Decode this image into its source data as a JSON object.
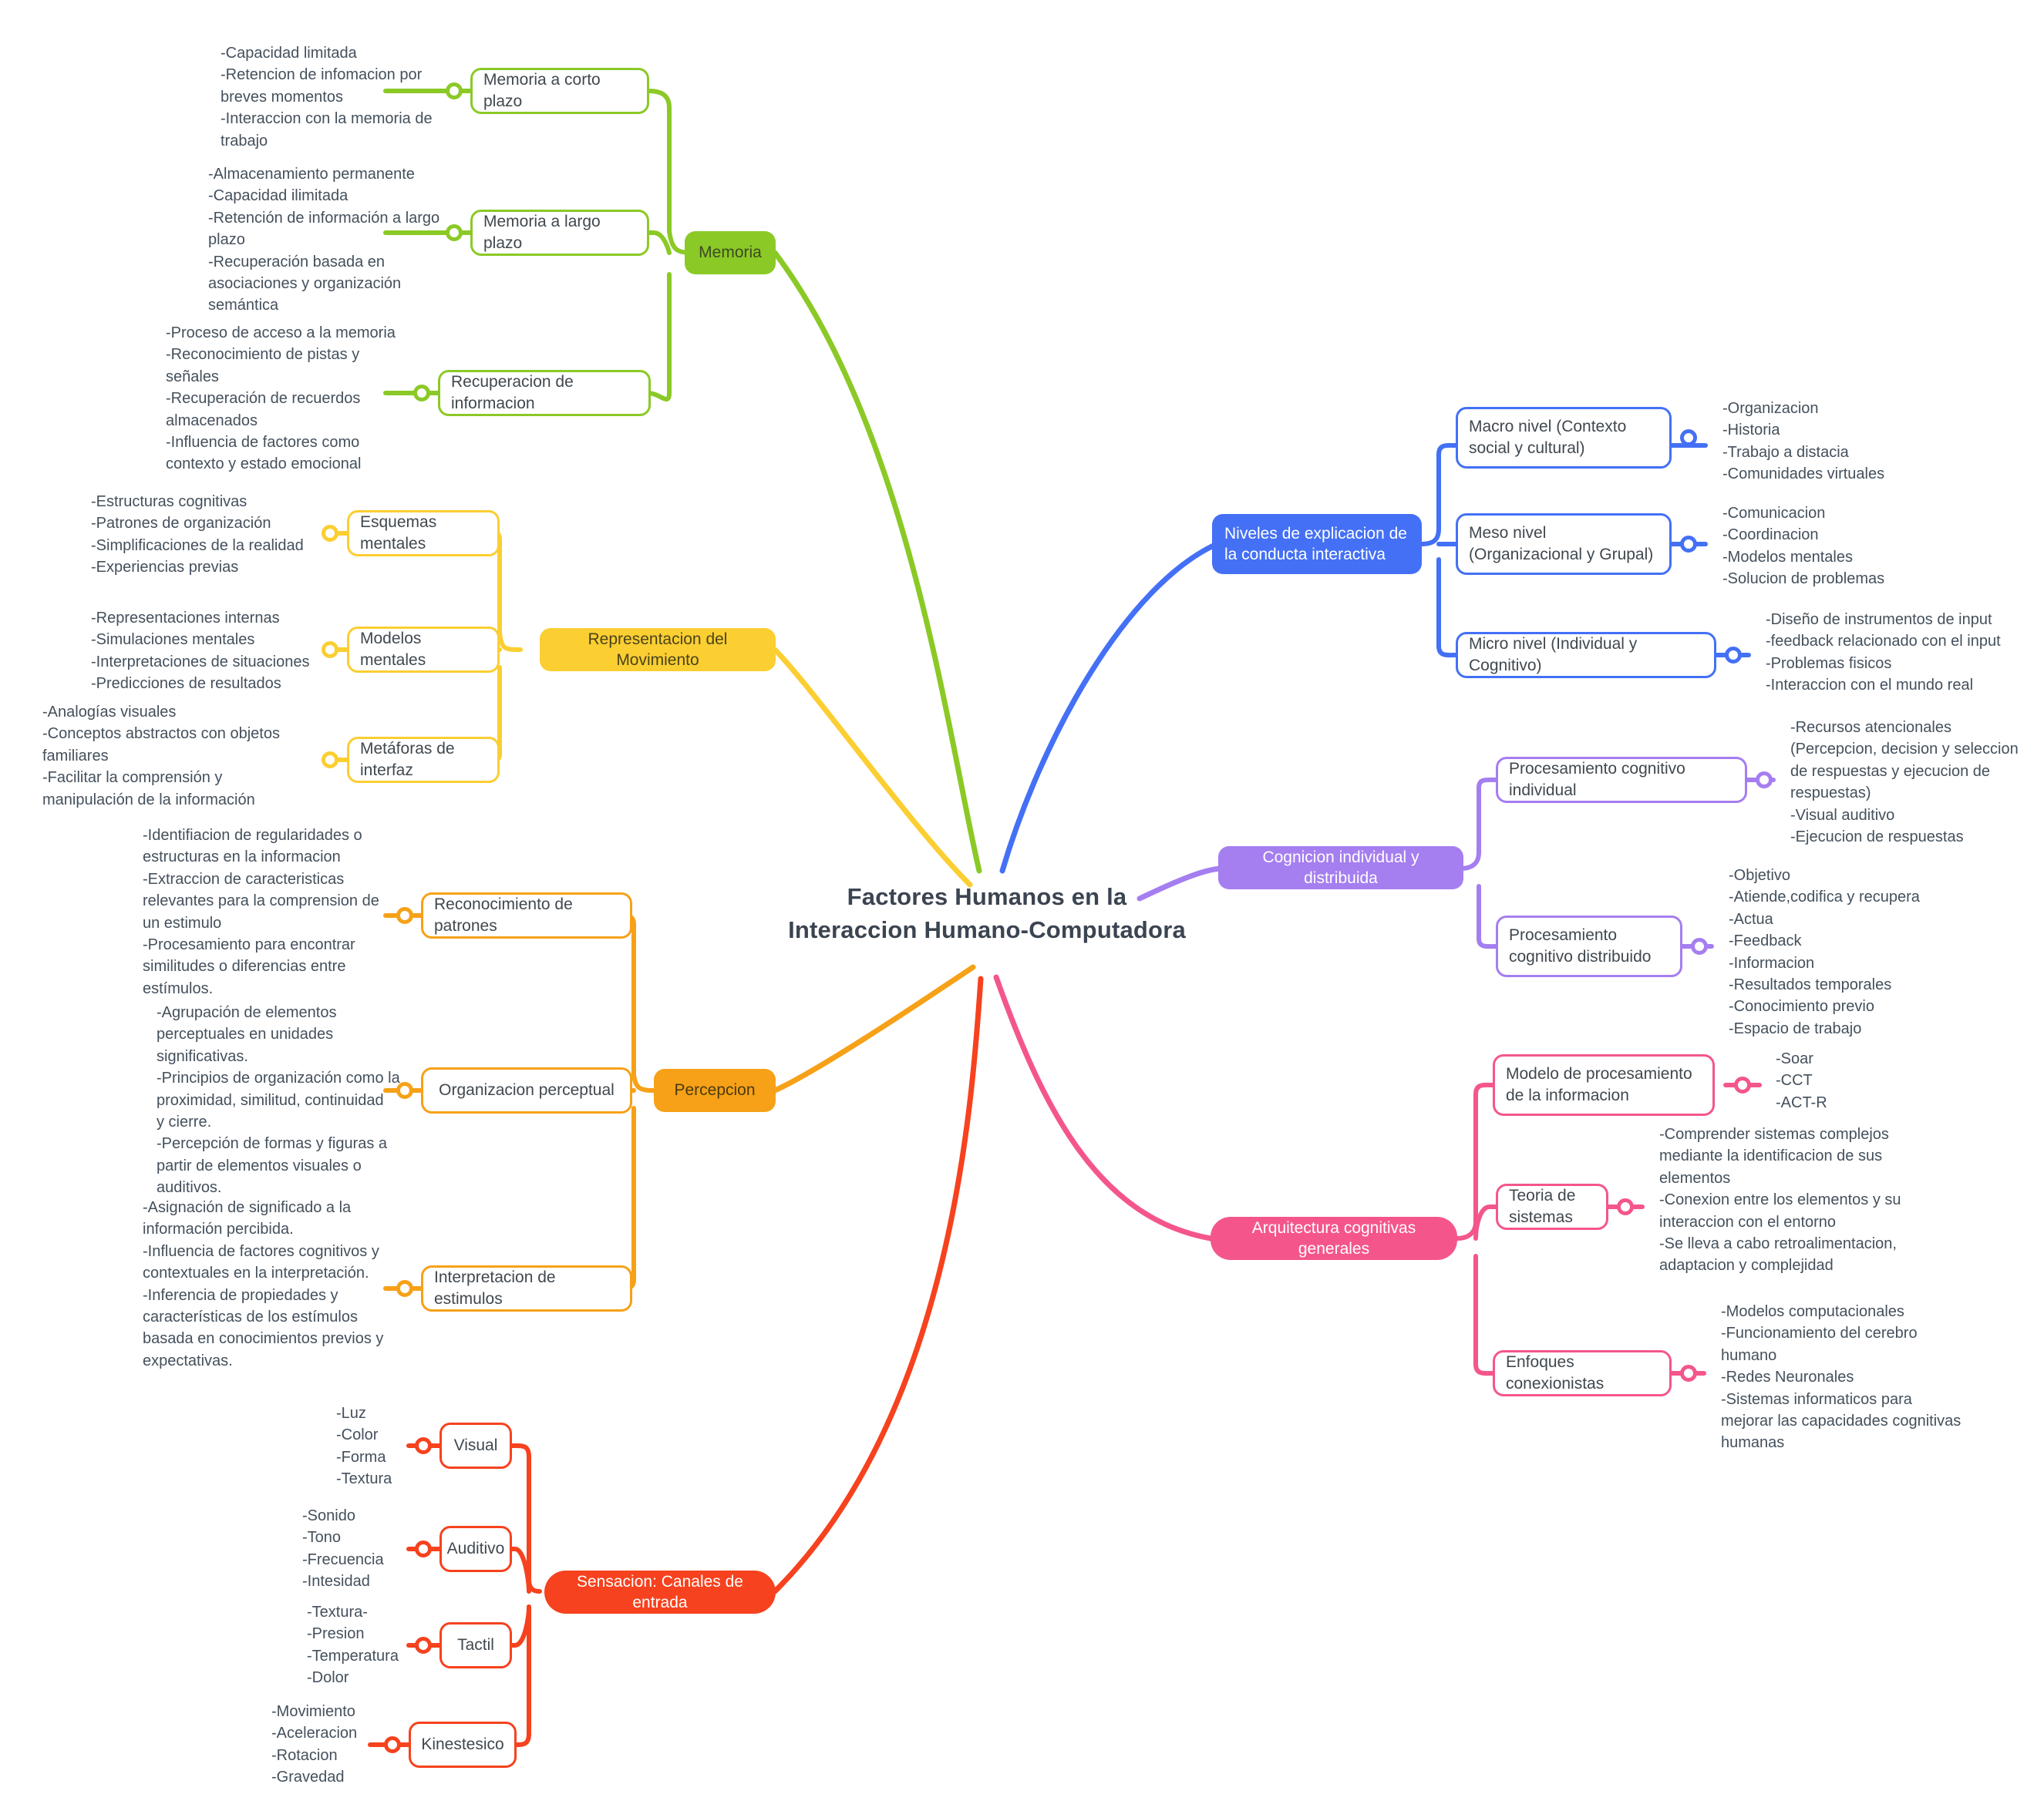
{
  "root": {
    "title_line1": "Factores Humanos en la",
    "title_line2": "Interaccion Humano-Computadora"
  },
  "colors": {
    "memoria": "#8BC926",
    "representacion": "#FBCE32",
    "percepcion": "#F6A118",
    "sensacion": "#F6421E",
    "niveles": "#4470F5",
    "cognicion": "#A57EF0",
    "arquitectura": "#F4568B",
    "text_dark": "#40484f",
    "text_light": "#ffffff",
    "leaf_text": "#44505c",
    "background": "#ffffff"
  },
  "branches": [
    {
      "id": "memoria",
      "label": "Memoria",
      "label_color": "#3d4a22",
      "children": [
        {
          "label": "Memoria a corto plazo",
          "leaf": "-Capacidad limitada\n-Retencion de infomacion por\nbreves momentos\n-Interaccion con la memoria de\ntrabajo"
        },
        {
          "label": "Memoria a largo plazo",
          "leaf": "-Almacenamiento permanente\n-Capacidad ilimitada\n-Retención de información a largo\nplazo\n-Recuperación basada en\nasociaciones y organización\nsemántica"
        },
        {
          "label": "Recuperacion de informacion",
          "leaf": "-Proceso de acceso a la memoria\n-Reconocimiento de pistas y\nseñales\n-Recuperación de recuerdos\nalmacenados\n-Influencia de factores como\ncontexto y estado emocional"
        }
      ]
    },
    {
      "id": "representacion",
      "label": "Representacion del Movimiento",
      "label_color": "#4a431a",
      "children": [
        {
          "label": "Esquemas mentales",
          "leaf": "-Estructuras cognitivas\n-Patrones de organización\n-Simplificaciones de la realidad\n-Experiencias previas"
        },
        {
          "label": "Modelos mentales",
          "leaf": "-Representaciones internas\n-Simulaciones mentales\n-Interpretaciones de situaciones\n-Predicciones de resultados"
        },
        {
          "label": "Metáforas de interfaz",
          "leaf": "-Analogías visuales\n-Conceptos abstractos  con objetos\nfamiliares\n-Facilitar la comprensión y\nmanipulación de la información"
        }
      ]
    },
    {
      "id": "percepcion",
      "label": "Percepcion",
      "label_color": "#4a3a10",
      "children": [
        {
          "label": "Reconocimiento de patrones",
          "leaf": "-Identifiacion de regularidades o\nestructuras en la informacion\n-Extraccion de caracteristicas\nrelevantes para la comprension de\nun estimulo\n-Procesamiento para encontrar\nsimilitudes o diferencias entre\nestímulos."
        },
        {
          "label": "Organizacion perceptual",
          "leaf": "-Agrupación de elementos\nperceptuales en unidades\nsignificativas.\n-Principios de organización como la\nproximidad, similitud, continuidad\ny cierre.\n-Percepción de formas y figuras a\npartir de elementos visuales o\nauditivos."
        },
        {
          "label": "Interpretacion de estimulos",
          "leaf": "-Asignación de significado a la\ninformación percibida.\n-Influencia de factores cognitivos y\ncontextuales en la interpretación.\n-Inferencia de propiedades y\ncaracterísticas de los estímulos\nbasada en conocimientos previos y\nexpectativas."
        }
      ]
    },
    {
      "id": "sensacion",
      "label": "Sensacion: Canales de entrada",
      "label_color": "#ffffff",
      "children": [
        {
          "label": "Visual",
          "leaf": "-Luz\n-Color\n-Forma\n-Textura"
        },
        {
          "label": "Auditivo",
          "leaf": "-Sonido\n-Tono\n-Frecuencia\n-Intesidad"
        },
        {
          "label": "Tactil",
          "leaf": "-Textura-\n-Presion\n-Temperatura\n-Dolor"
        },
        {
          "label": "Kinestesico",
          "leaf": "-Movimiento\n-Aceleracion\n-Rotacion\n-Gravedad"
        }
      ]
    },
    {
      "id": "niveles",
      "label": "Niveles de explicacion de la conducta interactiva",
      "label_color": "#ffffff",
      "children": [
        {
          "label": "Macro nivel (Contexto social y cultural)",
          "leaf": "-Organizacion\n-Historia\n-Trabajo a distacia\n-Comunidades virtuales"
        },
        {
          "label": "Meso nivel (Organizacional y Grupal)",
          "leaf": "-Comunicacion\n-Coordinacion\n-Modelos mentales\n-Solucion de problemas"
        },
        {
          "label": "Micro nivel (Individual y Cognitivo)",
          "leaf": "-Diseño de instrumentos de input\n-feedback relacionado con el input\n-Problemas fisicos\n-Interaccion con el mundo real"
        }
      ]
    },
    {
      "id": "cognicion",
      "label": "Cognicion individual y distribuida",
      "label_color": "#ffffff",
      "children": [
        {
          "label": "Procesamiento cognitivo individual",
          "leaf": "-Recursos atencionales\n(Percepcion, decision y seleccion\nde respuestas y ejecucion de\nrespuestas)\n-Visual auditivo\n-Ejecucion de respuestas"
        },
        {
          "label": "Procesamiento cognitivo distribuido",
          "leaf": "-Objetivo\n-Atiende,codifica y recupera\n-Actua\n-Feedback\n-Informacion\n-Resultados temporales\n-Conocimiento previo\n-Espacio de trabajo"
        }
      ]
    },
    {
      "id": "arquitectura",
      "label": "Arquitectura cognitivas generales",
      "label_color": "#ffffff",
      "children": [
        {
          "label": "Modelo de procesamiento de la informacion",
          "leaf": "-Soar\n-CCT\n-ACT-R"
        },
        {
          "label": "Teoria de sistemas",
          "leaf": "-Comprender sistemas complejos\nmediante la identificacion de sus\nelementos\n-Conexion entre los elementos y su\ninteraccion con el entorno\n-Se lleva a cabo retroalimentacion,\nadaptacion y complejidad"
        },
        {
          "label": "Enfoques conexionistas",
          "leaf": "-Modelos computacionales\n-Funcionamiento del cerebro\nhumano\n-Redes Neuronales\n-Sistemas informaticos para\nmejorar las capacidades cognitivas\nhumanas"
        }
      ]
    }
  ]
}
